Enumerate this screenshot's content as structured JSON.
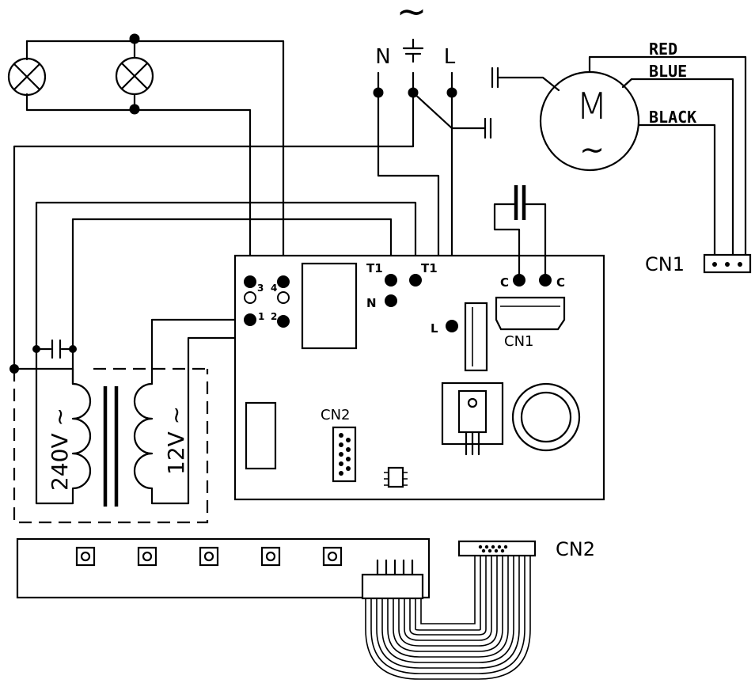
{
  "supply": {
    "ac_symbol": "∼",
    "neutral": "N",
    "earth": "⏚",
    "live": "L"
  },
  "motor": {
    "letter": "M",
    "ac": "∼",
    "wires": [
      "RED",
      "BLUE",
      "BLACK"
    ]
  },
  "connectors": {
    "cn1_external": "CN1",
    "cn1_board": "CN1",
    "cn2_board": "CN2",
    "cn2_external": "CN2"
  },
  "terminals": {
    "t3": "3",
    "t4": "4",
    "t1": "1",
    "t2": "2",
    "t1_left": "T1",
    "t1_right": "T1",
    "n": "N",
    "l": "L",
    "c_left": "C",
    "c_right": "C"
  },
  "transformer": {
    "primary": "240V ∼",
    "secondary": "12V ∼"
  },
  "keypad": {
    "button_count": 5
  }
}
